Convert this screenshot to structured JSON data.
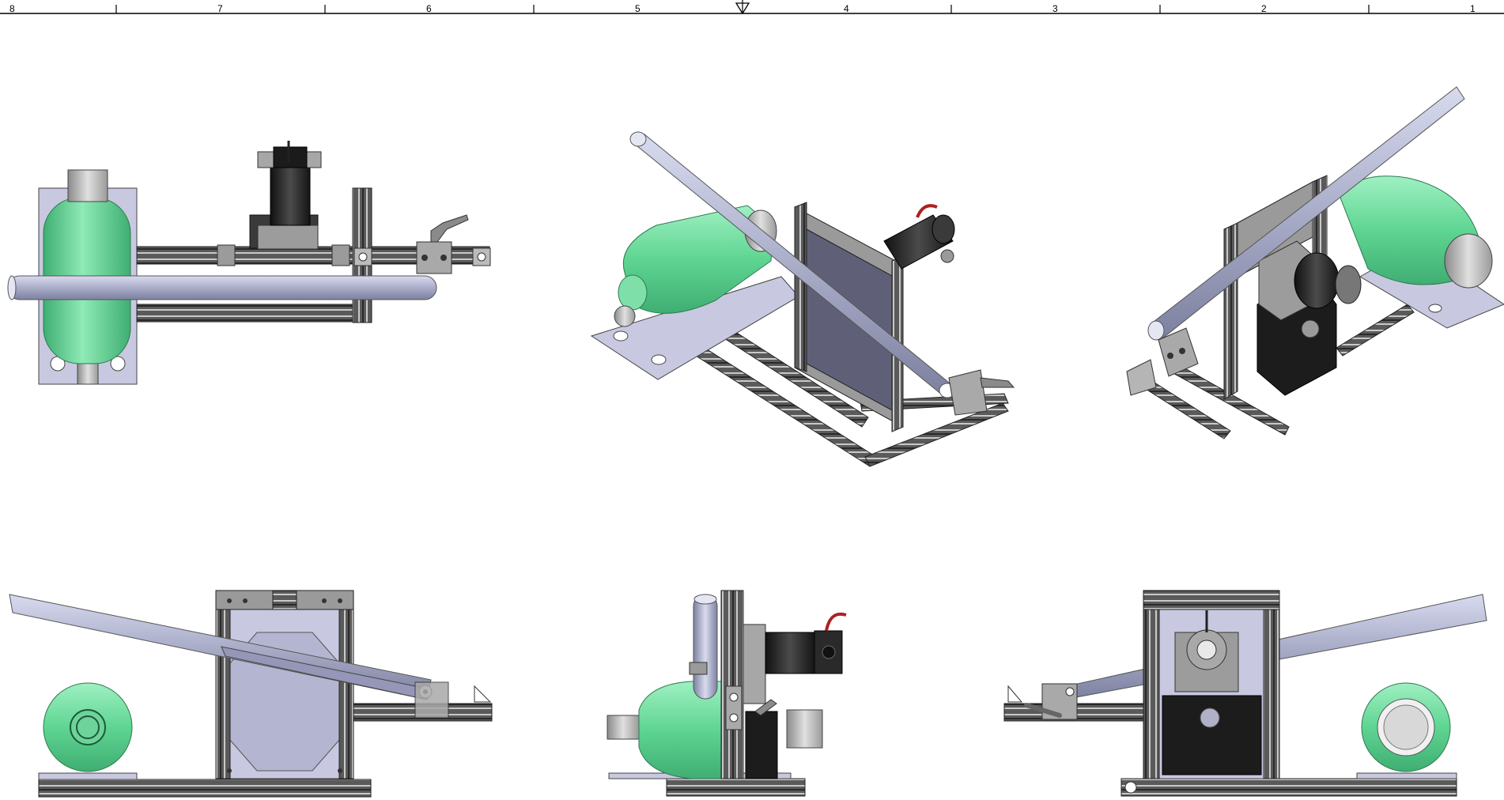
{
  "border": {
    "zone_labels": [
      "8",
      "7",
      "6",
      "5",
      "4",
      "3",
      "2",
      "1"
    ]
  },
  "colors": {
    "body_green": "#6fdc9e",
    "rod_blue": "#a9adc8",
    "plate_lavender": "#c8c9e0",
    "extrusion_dark": "#4a4a4a",
    "motor_black": "#1c1c1c",
    "steel_grey": "#a5a5a5"
  },
  "views": [
    {
      "name": "top-view"
    },
    {
      "name": "isometric-view-front"
    },
    {
      "name": "isometric-view-rear"
    },
    {
      "name": "front-view"
    },
    {
      "name": "side-view"
    },
    {
      "name": "rear-view"
    }
  ]
}
